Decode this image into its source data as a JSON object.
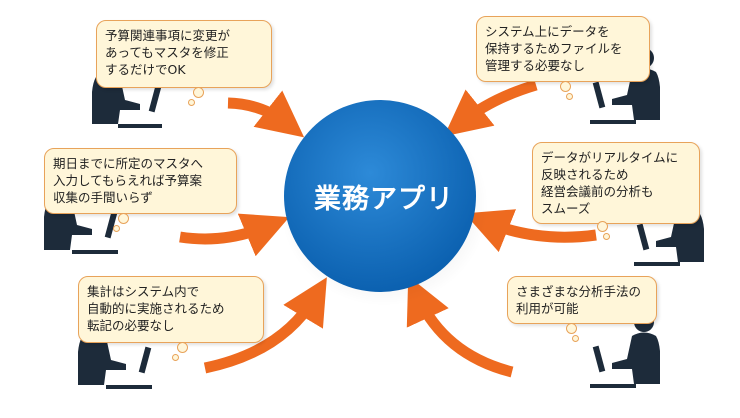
{
  "center": {
    "label": "業務アプリ"
  },
  "bubbles": {
    "top_left": {
      "lines": [
        "予算関連事項に変更が",
        "あってもマスタを修正",
        "するだけでOK"
      ]
    },
    "mid_left": {
      "lines": [
        "期日までに所定のマスタへ",
        "入力してもらえれば予算案",
        "収集の手間いらず"
      ]
    },
    "bottom_left": {
      "lines": [
        "集計はシステム内で",
        "自動的に実施されるため",
        "転記の必要なし"
      ]
    },
    "top_right": {
      "lines": [
        "システム上にデータを",
        "保持するためファイルを",
        "管理する必要なし"
      ]
    },
    "mid_right": {
      "lines": [
        "データがリアルタイムに",
        "反映されるため",
        "経営会議前の分析も",
        "スムーズ"
      ]
    },
    "bottom_right": {
      "lines": [
        "さまざまな分析手法の",
        "利用が可能"
      ]
    }
  },
  "colors": {
    "circle": "#0d6cc0",
    "arrow": "#ee6a1f",
    "bubble_fill": "#fff6d9",
    "bubble_border": "#e8a35a",
    "person": "#1d2b3a"
  }
}
